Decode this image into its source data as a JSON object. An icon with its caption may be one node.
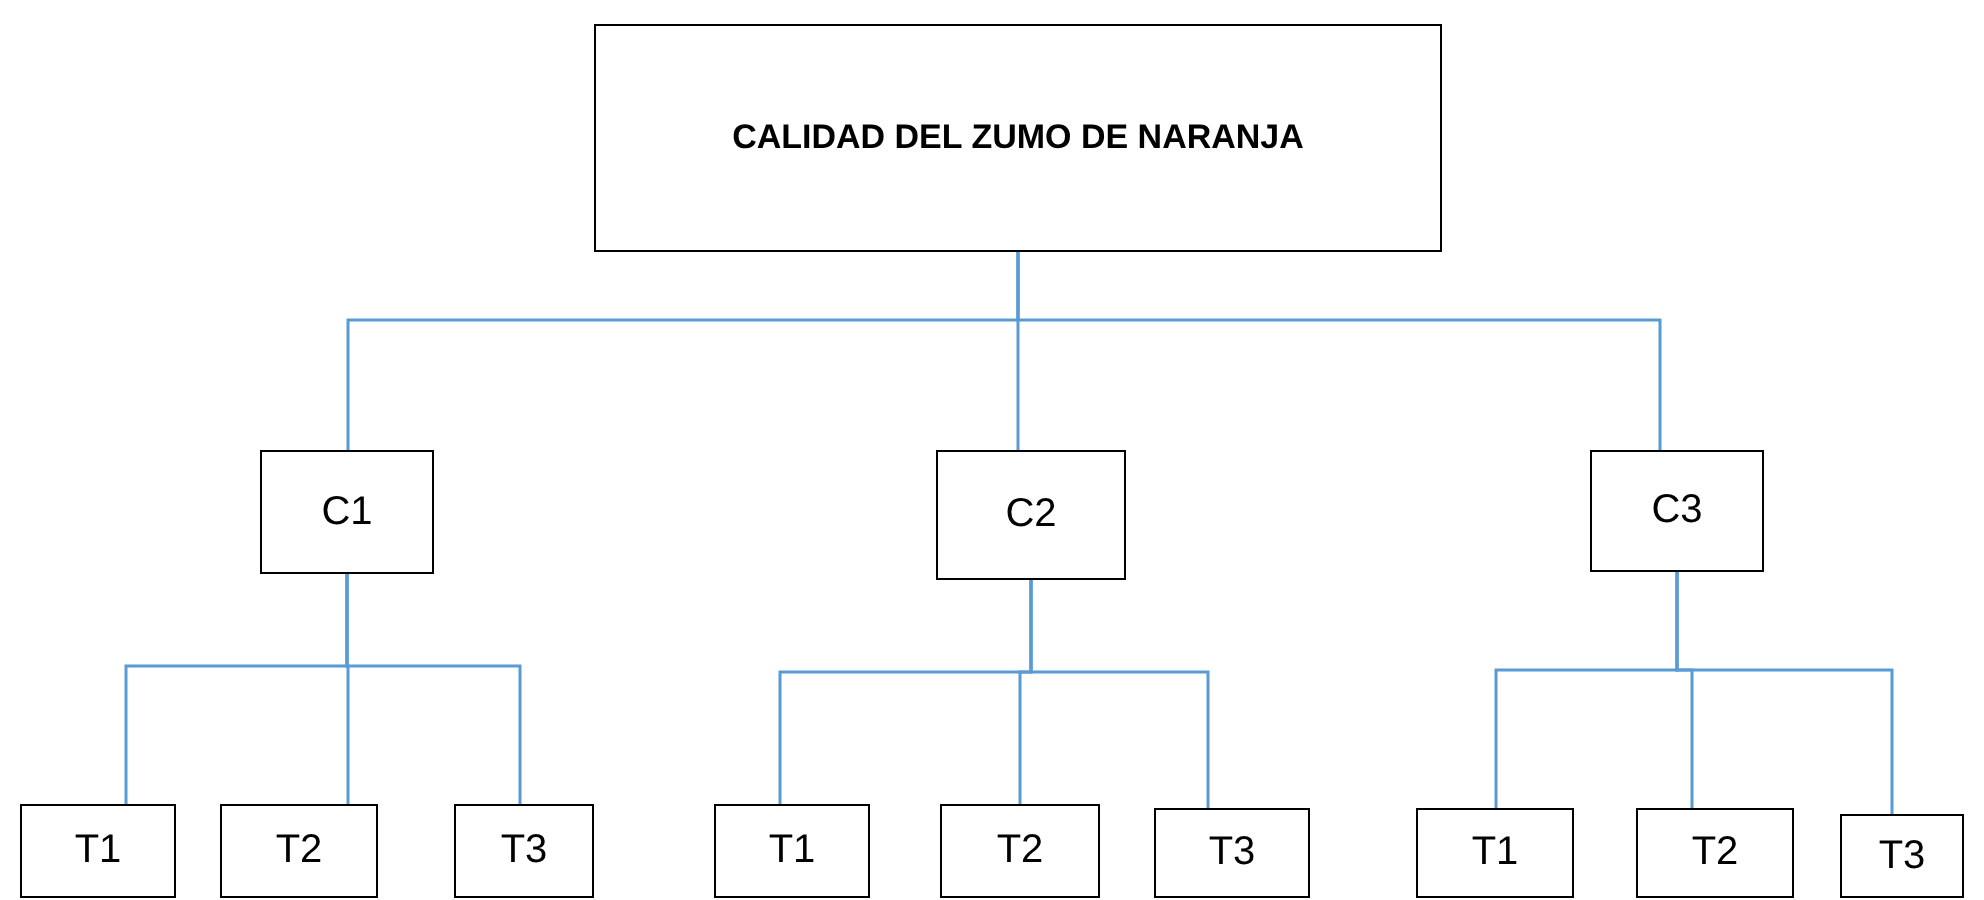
{
  "diagram": {
    "nodes": [
      {
        "text": [
          "CALIDAD DEL ZUMO DE NARANJA"
        ]
      },
      {
        "text": [
          "C1"
        ]
      },
      {
        "text": [
          "C2"
        ]
      },
      {
        "text": [
          "C3"
        ]
      },
      {
        "text": [
          "T1"
        ]
      },
      {
        "text": [
          "T2"
        ]
      },
      {
        "text": [
          "T3"
        ]
      },
      {
        "text": [
          "T1"
        ]
      },
      {
        "text": [
          "T2"
        ]
      },
      {
        "text": [
          "T3"
        ]
      },
      {
        "text": [
          "T1"
        ]
      },
      {
        "text": [
          "T2"
        ]
      },
      {
        "text": [
          "T3"
        ]
      }
    ],
    "edges": [
      {
        "from": 0,
        "to": 1,
        "arrow": "none"
      },
      {
        "from": 0,
        "to": 2,
        "arrow": "none"
      },
      {
        "from": 0,
        "to": 3,
        "arrow": "none"
      },
      {
        "from": 1,
        "to": 4,
        "arrow": "none"
      },
      {
        "from": 1,
        "to": 5,
        "arrow": "none"
      },
      {
        "from": 1,
        "to": 6,
        "arrow": "none"
      },
      {
        "from": 2,
        "to": 7,
        "arrow": "none"
      },
      {
        "from": 2,
        "to": 8,
        "arrow": "none"
      },
      {
        "from": 2,
        "to": 9,
        "arrow": "none"
      },
      {
        "from": 3,
        "to": 10,
        "arrow": "none"
      },
      {
        "from": 3,
        "to": 11,
        "arrow": "none"
      },
      {
        "from": 3,
        "to": 12,
        "arrow": "none"
      }
    ]
  }
}
